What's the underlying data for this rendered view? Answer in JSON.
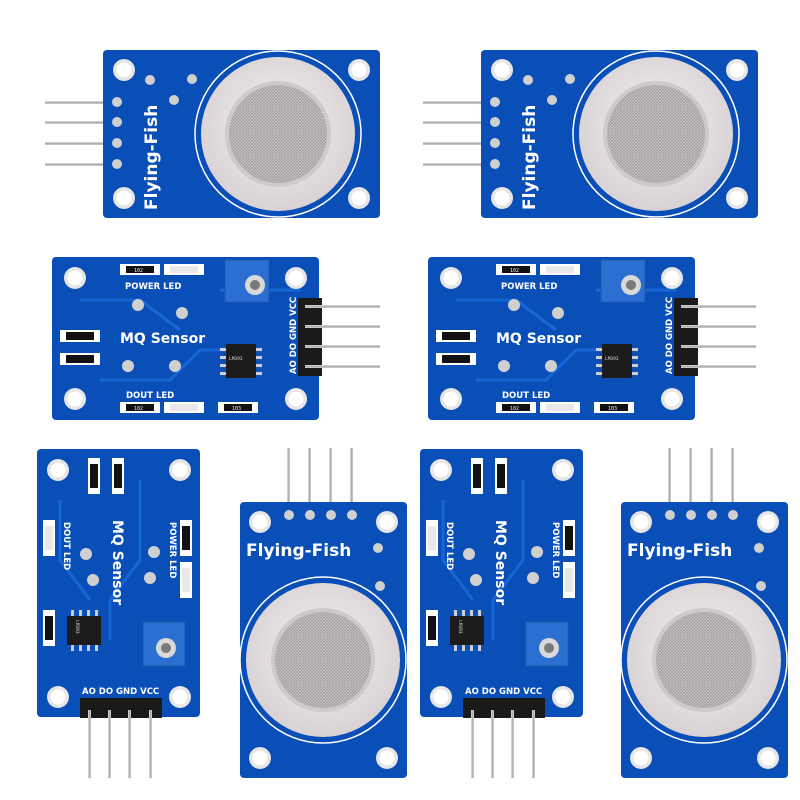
{
  "colors": {
    "pcb": "#0a4fb8",
    "pcb_dark": "#083f98",
    "trace": "#1766d6",
    "silk": "#ffffff",
    "pad": "#d9d9d9",
    "pin": "#b8b8b8",
    "header": "#1a1a1a",
    "sensor_ring": "#e9e4e6",
    "mesh": "#b9b3b6",
    "pot": "#2b6fd1"
  },
  "boards": {
    "sensor_top_1": {
      "brand": "Flying-Fish"
    },
    "sensor_top_2": {
      "brand": "Flying-Fish"
    },
    "sensor_bottom_1": {
      "brand": "Flying-Fish"
    },
    "sensor_bottom_2": {
      "brand": "Flying-Fish"
    },
    "control_1": {
      "title": "MQ Sensor",
      "power_led": "POWER LED",
      "dout_led": "DOUT LED",
      "pins": "AO DO GND VCC",
      "r1": "102",
      "r2": "102",
      "r3": "103"
    },
    "control_2": {
      "title": "MQ Sensor",
      "power_led": "POWER LED",
      "dout_led": "DOUT LED",
      "pins": "AO DO GND VCC",
      "r1": "102",
      "r2": "102",
      "r3": "103"
    },
    "control_v_1": {
      "title": "MQ Sensor",
      "power_led": "POWER LED",
      "dout_led": "DOUT LED",
      "pins": "AO DO GND VCC"
    },
    "control_v_2": {
      "title": "MQ Sensor",
      "power_led": "POWER LED",
      "dout_led": "DOUT LED",
      "pins": "AO DO GND VCC"
    }
  },
  "ic": {
    "label": "LM393"
  }
}
